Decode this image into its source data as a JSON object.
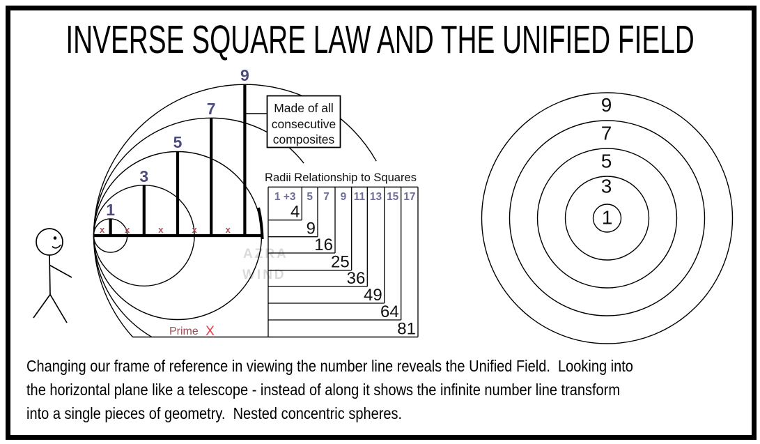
{
  "title": "INVERSE SQUARE LAW AND THE UNIFIED FIELD",
  "number_line": {
    "vertical_labels": [
      "1",
      "3",
      "5",
      "7",
      "9"
    ],
    "composite_marks": [
      "x",
      "x",
      "x",
      "x",
      "x"
    ],
    "prime_word": "Prime",
    "prime_symbol": "X"
  },
  "composites_note": {
    "lines": [
      "Made of all",
      "consecutive",
      "composites"
    ]
  },
  "radii_table": {
    "heading": "Radii Relationship to Squares",
    "columns": [
      "1 +3",
      "5",
      "7",
      "9",
      "11",
      "13",
      "15",
      "17"
    ],
    "squares": [
      "4",
      "9",
      "16",
      "25",
      "36",
      "49",
      "64",
      "81"
    ]
  },
  "concentric_spheres": {
    "ring_labels": [
      "9",
      "7",
      "5",
      "3",
      "1"
    ]
  },
  "watermark": {
    "lines": [
      "AZRA",
      "WIND"
    ]
  },
  "caption": {
    "lines": [
      "Changing our frame of reference in viewing the number line reveals the Unified Field.  Looking into",
      "the horizontal plane like a telescope - instead of along it shows the infinite number line transform",
      "into a single pieces of geometry.  Nested concentric spheres."
    ]
  },
  "colors": {
    "ink": "#000000",
    "odd_number_purple": "#4c4c7e",
    "table_header_purple": "#6e6e99",
    "composite_mark_red": "#b0505c",
    "prime_word_red": "#9e4b53",
    "prime_x_red": "#e8414d",
    "watermark_gray": "#dadada"
  }
}
